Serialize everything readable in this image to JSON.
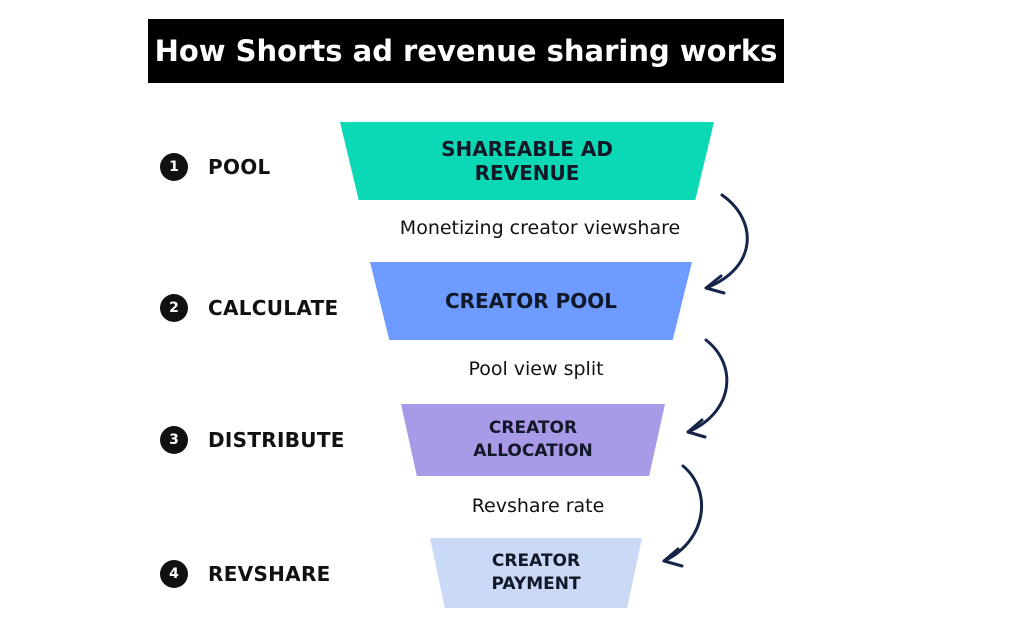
{
  "title": "How Shorts ad revenue sharing works",
  "steps": [
    {
      "number": "1",
      "label": "POOL"
    },
    {
      "number": "2",
      "label": "CALCULATE"
    },
    {
      "number": "3",
      "label": "DISTRIBUTE"
    },
    {
      "number": "4",
      "label": "REVSHARE"
    }
  ],
  "funnel": [
    {
      "label": "SHAREABLE AD REVENUE",
      "color": "#0bd9b6"
    },
    {
      "label": "CREATOR POOL",
      "color": "#6d9bff"
    },
    {
      "label": "CREATOR ALLOCATION",
      "color": "#a99ae8"
    },
    {
      "label": "CREATOR PAYMENT",
      "color": "#c9d9f6"
    }
  ],
  "transitions": [
    {
      "label": "Monetizing creator viewshare"
    },
    {
      "label": "Pool view split"
    },
    {
      "label": "Revshare rate"
    }
  ],
  "arrow_color": "#16244a"
}
